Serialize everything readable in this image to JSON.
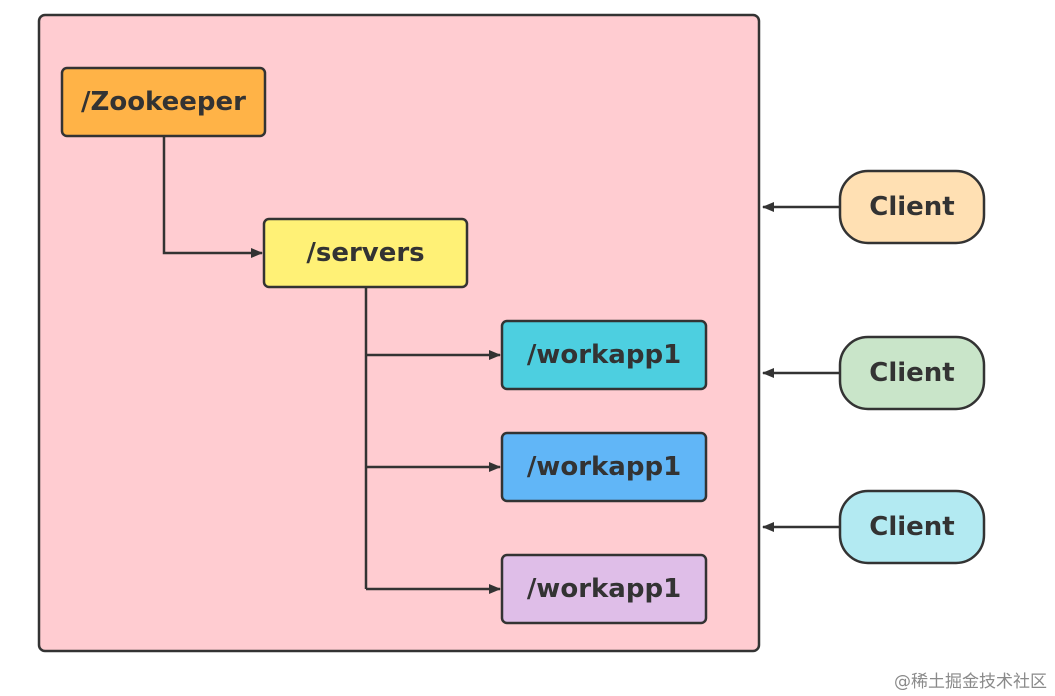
{
  "diagram": {
    "root_label": "/Zookeeper",
    "servers_label": "/servers",
    "workapps": [
      {
        "label": "/workapp1",
        "color": "#4dcfe0"
      },
      {
        "label": "/workapp1",
        "color": "#61b6f7"
      },
      {
        "label": "/workapp1",
        "color": "#dfbee8"
      }
    ],
    "clients": [
      {
        "label": "Client",
        "color": "#ffe0b3"
      },
      {
        "label": "Client",
        "color": "#c9e5c9"
      },
      {
        "label": "Client",
        "color": "#b3eaf2"
      }
    ],
    "colors": {
      "container": "#ffccd1",
      "root": "#ffb347",
      "servers": "#fff176",
      "stroke": "#333333"
    }
  },
  "watermark": "@稀土掘金技术社区"
}
